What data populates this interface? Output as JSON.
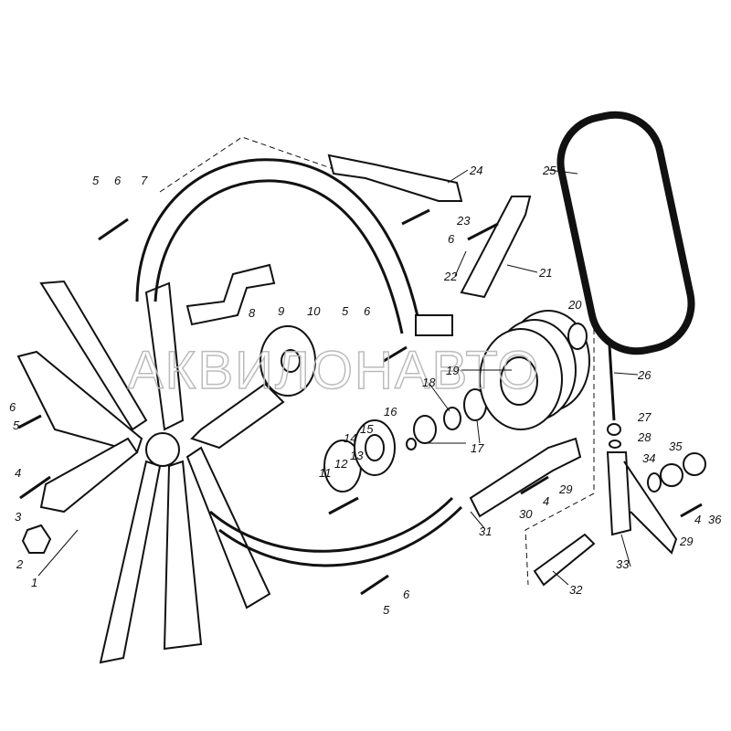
{
  "watermark": "АКВИЛОНАВТО",
  "callouts": [
    "1",
    "2",
    "3",
    "4",
    "5",
    "6",
    "5",
    "6",
    "7",
    "8",
    "9",
    "10",
    "5",
    "6",
    "11",
    "12",
    "13",
    "14",
    "15",
    "16",
    "17",
    "18",
    "19",
    "20",
    "21",
    "22",
    "23",
    "6",
    "24",
    "25",
    "26",
    "27",
    "28",
    "29",
    "4",
    "30",
    "31",
    "32",
    "33",
    "34",
    "35",
    "36",
    "4",
    "29",
    "5",
    "6"
  ]
}
